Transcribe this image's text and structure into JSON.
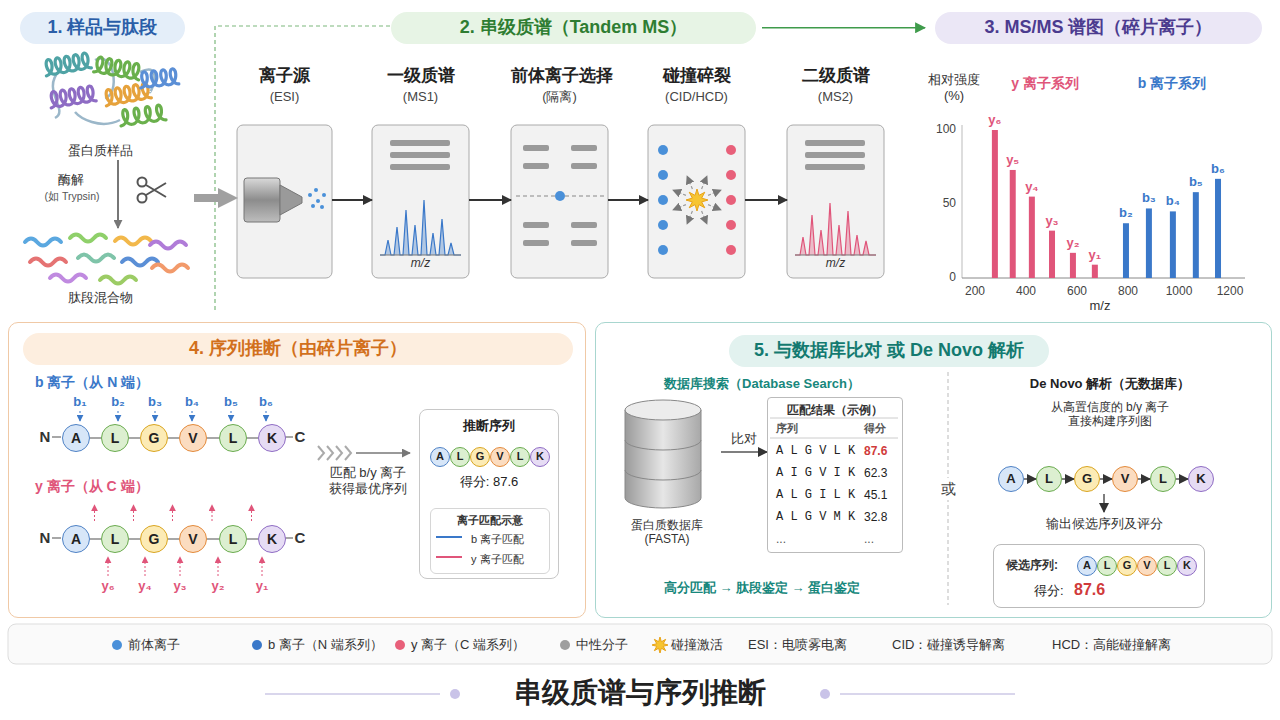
{
  "diagram": {
    "title": "串级质谱与序列推断",
    "nodes": [
      {
        "text": [
          "1. 样品与肽段"
        ]
      },
      {
        "text": [
          "2. 串级质谱（Tandem MS）"
        ]
      },
      {
        "text": [
          "离子源",
          "(ESI)"
        ],
        "in": 1
      },
      {
        "text": [
          "一级质谱",
          "(MS1)",
          "m/z"
        ],
        "in": 1
      },
      {
        "text": [
          "前体离子选择",
          "(隔离)"
        ],
        "in": 1
      },
      {
        "text": [
          "碰撞碎裂",
          "(CID/HCD)"
        ],
        "in": 1
      },
      {
        "text": [
          "二级质谱",
          "(MS2)",
          "m/z"
        ],
        "in": 1
      },
      {
        "text": [
          "3. MS/MS 谱图（碎片离子）"
        ]
      },
      {
        "text": [
          "4. 序列推断（由碎片离子）"
        ]
      },
      {
        "text": [
          "A"
        ],
        "in": 8
      },
      {
        "text": [
          "L"
        ],
        "in": 8
      },
      {
        "text": [
          "G"
        ],
        "in": 8
      },
      {
        "text": [
          "V"
        ],
        "in": 8
      },
      {
        "text": [
          "L"
        ],
        "in": 8
      },
      {
        "text": [
          "K"
        ],
        "in": 8
      },
      {
        "text": [
          "A"
        ],
        "in": 8
      },
      {
        "text": [
          "L"
        ],
        "in": 8
      },
      {
        "text": [
          "G"
        ],
        "in": 8
      },
      {
        "text": [
          "V"
        ],
        "in": 8
      },
      {
        "text": [
          "L"
        ],
        "in": 8
      },
      {
        "text": [
          "K"
        ],
        "in": 8
      },
      {
        "text": [
          "推断序列",
          "得分: 87.6"
        ],
        "in": 8
      },
      {
        "text": [
          "A"
        ],
        "in": 21
      },
      {
        "text": [
          "L"
        ],
        "in": 21
      },
      {
        "text": [
          "G"
        ],
        "in": 21
      },
      {
        "text": [
          "V"
        ],
        "in": 21
      },
      {
        "text": [
          "L"
        ],
        "in": 21
      },
      {
        "text": [
          "K"
        ],
        "in": 21
      },
      {
        "text": [
          "离子匹配示意",
          "b 离子匹配",
          "y 离子匹配"
        ],
        "in": 21
      },
      {
        "text": [
          "5. 与数据库比对 或 De Novo 解析"
        ]
      },
      {
        "text": [
          "蛋白质数据库 (FASTA)"
        ],
        "in": 29
      },
      {
        "text": [
          "匹配结果（示例）",
          "序列",
          "得分",
          "A L G V L K",
          "87.6",
          "A I G V I K",
          "62.3",
          "A L G I L K",
          "45.1",
          "A L G V M K",
          "32.8",
          "...",
          "..."
        ],
        "in": 29
      },
      {
        "text": [
          "A"
        ],
        "in": 29
      },
      {
        "text": [
          "L"
        ],
        "in": 29
      },
      {
        "text": [
          "G"
        ],
        "in": 29
      },
      {
        "text": [
          "V"
        ],
        "in": 29
      },
      {
        "text": [
          "L"
        ],
        "in": 29
      },
      {
        "text": [
          "K"
        ],
        "in": 29
      },
      {
        "text": [
          "候选序列:",
          "得分:",
          "87.6"
        ],
        "in": 29
      },
      {
        "text": [
          "A"
        ],
        "in": 38
      },
      {
        "text": [
          "L"
        ],
        "in": 38
      },
      {
        "text": [
          "G"
        ],
        "in": 38
      },
      {
        "text": [
          "V"
        ],
        "in": 38
      },
      {
        "text": [
          "L"
        ],
        "in": 38
      },
      {
        "text": [
          "K"
        ],
        "in": 38
      }
    ],
    "edges": [
      {
        "from": 0,
        "to": 2,
        "arrow": "to"
      },
      {
        "from": 2,
        "to": 3,
        "arrow": "to"
      },
      {
        "from": 3,
        "to": 4,
        "arrow": "to"
      },
      {
        "from": 4,
        "to": 5,
        "arrow": "to"
      },
      {
        "from": 5,
        "to": 6,
        "arrow": "to"
      },
      {
        "from": 1,
        "to": 7,
        "arrow": "to"
      },
      {
        "from": 9,
        "to": 10,
        "arrow": "none"
      },
      {
        "from": 10,
        "to": 11,
        "arrow": "none"
      },
      {
        "from": 11,
        "to": 12,
        "arrow": "none"
      },
      {
        "from": 12,
        "to": 13,
        "arrow": "none"
      },
      {
        "from": 13,
        "to": 14,
        "arrow": "none"
      },
      {
        "from": 15,
        "to": 16,
        "arrow": "none"
      },
      {
        "from": 16,
        "to": 17,
        "arrow": "none"
      },
      {
        "from": 17,
        "to": 18,
        "arrow": "none"
      },
      {
        "from": 18,
        "to": 19,
        "arrow": "none"
      },
      {
        "from": 19,
        "to": 20,
        "arrow": "none"
      },
      {
        "from": 30,
        "to": 31,
        "label": "比对",
        "arrow": "to"
      },
      {
        "from": 32,
        "to": 33,
        "arrow": "to"
      },
      {
        "from": 33,
        "to": 34,
        "arrow": "to"
      },
      {
        "from": 34,
        "to": 35,
        "arrow": "to"
      },
      {
        "from": 35,
        "to": 36,
        "arrow": "to"
      },
      {
        "from": 36,
        "to": 37,
        "arrow": "to"
      }
    ],
    "labels": [
      "蛋白质样品",
      "酶解",
      "(如 Trypsin)",
      "肽段混合物",
      "相对强度 (%)",
      "y 离子系列",
      "b 离子系列",
      "y₆",
      "y₅",
      "y₄",
      "y₃",
      "y₂",
      "y₁",
      "b₂",
      "b₃",
      "b₄",
      "b₅",
      "b₆",
      "100",
      "50",
      "0",
      "200",
      "400",
      "600",
      "800",
      "1000",
      "1200",
      "m/z",
      "b 离子（从 N 端）",
      "b₁",
      "b₂",
      "b₃",
      "b₄",
      "b₅",
      "b₆",
      "N",
      "C",
      "y 离子（从 C 端）",
      "N",
      "C",
      "y₆",
      "y₄",
      "y₃",
      "y₂",
      "y₁",
      "匹配 b/y 离子 获得最优序列",
      "数据库搜索（Database Search）",
      "高分匹配 → 肽段鉴定 → 蛋白鉴定",
      "或",
      "De Novo 解析（无数据库）",
      "从高置信度的 b/y 离子 直接构建序列图",
      "输出候选序列及评分",
      "ESI：电喷雾电离",
      "CID：碰撞诱导解离",
      "HCD：高能碰撞解离"
    ],
    "legend": [
      {
        "text": "前体离子",
        "color": "#4a90d9"
      },
      {
        "text": "b 离子（N 端系列）",
        "color": "#3a78c9"
      },
      {
        "text": "y 离子（C 端系列）",
        "color": "#e8607a"
      },
      {
        "text": "中性分子",
        "color": "#9e9e9e"
      },
      {
        "text": "碰撞激活"
      }
    ]
  }
}
